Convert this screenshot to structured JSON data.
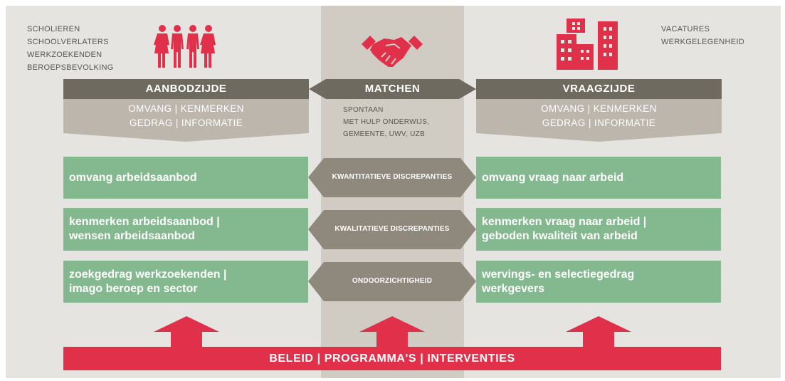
{
  "supply": {
    "groups": [
      "SCHOLIEREN",
      "SCHOOLVERLATERS",
      "WERKZOEKENDEN",
      "BEROEPSBEVOLKING"
    ],
    "header": "AANBODZIJDE",
    "sub_line1": "OMVANG | KENMERKEN",
    "sub_line2": "GEDRAG | INFORMATIE",
    "boxes": [
      {
        "line1": "omvang arbeidsaanbod",
        "line2": ""
      },
      {
        "line1": "kenmerken arbeidsaanbod |",
        "line2": "wensen arbeidsaanbod"
      },
      {
        "line1": "zoekgedrag werkzoekenden |",
        "line2": "imago beroep en sector"
      }
    ]
  },
  "matching": {
    "header": "MATCHEN",
    "sub": [
      "SPONTAAN",
      "MET HULP ONDERWIJS,",
      "GEMEENTE, UWV, UZB"
    ],
    "discrepancies": [
      "KWANTITATIEVE DISCREPANTIES",
      "KWALITATIEVE DISCREPANTIES",
      "ONDOORZICHTIGHEID"
    ]
  },
  "demand": {
    "groups": [
      "VACATURES",
      "WERKGELEGENHEID"
    ],
    "header": "VRAAGZIJDE",
    "sub_line1": "OMVANG | KENMERKEN",
    "sub_line2": "GEDRAG | INFORMATIE",
    "boxes": [
      {
        "line1": "omvang vraag naar arbeid",
        "line2": ""
      },
      {
        "line1": "kenmerken vraag naar arbeid |",
        "line2": "geboden kwaliteit van arbeid"
      },
      {
        "line1": "wervings- en selectiegedrag",
        "line2": "werkgevers"
      }
    ]
  },
  "policy_bar": "BELEID | PROGRAMMA'S | INTERVENTIES",
  "icons": {
    "people": "people-icon",
    "handshake": "handshake-icon",
    "buildings": "buildings-icon"
  },
  "colors": {
    "red": "#e0304a",
    "green": "#84b88e",
    "dark": "#6f6a60",
    "mid": "#8f887d",
    "light": "#bcb6ad"
  }
}
